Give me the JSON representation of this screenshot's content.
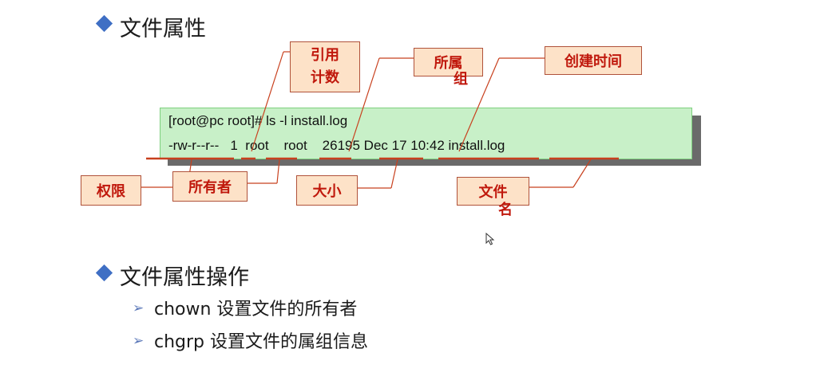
{
  "section1": {
    "title": "文件属性"
  },
  "terminal": {
    "command": "[root@pc root]# ls -l install.log",
    "output": "-rw-r--r--   1  root    root    26195 Dec 17 10:42 install.log"
  },
  "labels": {
    "refcount_a": "引用",
    "refcount_b": "计数",
    "group_a": "所属",
    "group_b": "组",
    "ctime": "创建时间",
    "perm": "权限",
    "owner": "所有者",
    "size": "大小",
    "filename_a": "文件",
    "filename_b": "名"
  },
  "section2": {
    "title": "文件属性操作",
    "items": [
      {
        "text": "chown 设置文件的所有者"
      },
      {
        "text": "chgrp 设置文件的属组信息"
      }
    ]
  },
  "colors": {
    "accent": "#3f6fc4",
    "terminal_bg": "#c8f0c8",
    "tag_bg": "#fde2c8",
    "tag_text": "#c0180c",
    "line": "#c8401e"
  }
}
